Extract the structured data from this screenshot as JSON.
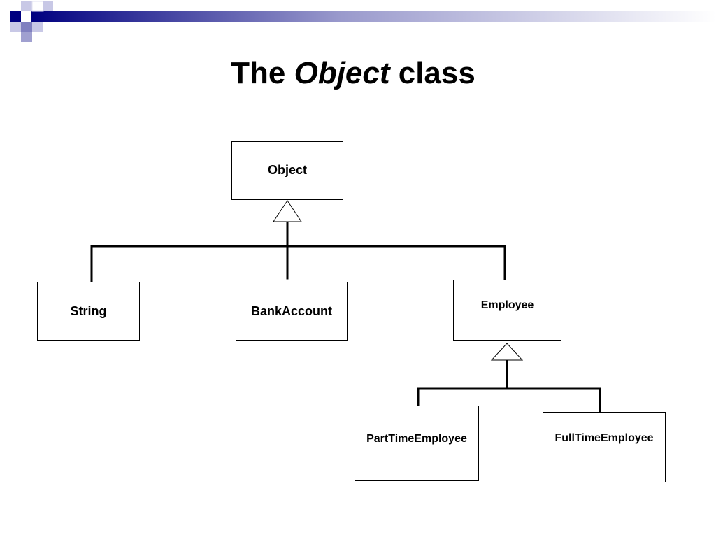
{
  "slide": {
    "title_prefix": "The ",
    "title_emphasis": "Object",
    "title_suffix": " class"
  },
  "diagram": {
    "type": "uml-class-hierarchy",
    "classes": {
      "object": "Object",
      "string": "String",
      "bank_account": "BankAccount",
      "employee": "Employee",
      "part_time_employee": "PartTimeEmployee",
      "full_time_employee": "FullTimeEmployee"
    },
    "relations": [
      {
        "child": "String",
        "parent": "Object",
        "kind": "inheritance"
      },
      {
        "child": "BankAccount",
        "parent": "Object",
        "kind": "inheritance"
      },
      {
        "child": "Employee",
        "parent": "Object",
        "kind": "inheritance"
      },
      {
        "child": "PartTimeEmployee",
        "parent": "Employee",
        "kind": "inheritance"
      },
      {
        "child": "FullTimeEmployee",
        "parent": "Employee",
        "kind": "inheritance"
      }
    ]
  },
  "theme": {
    "accent_dark": "#000080",
    "accent_mid": "#8080c0",
    "accent_light": "#c8c8e6",
    "band_end": "#ffffff",
    "line_color": "#000000"
  }
}
